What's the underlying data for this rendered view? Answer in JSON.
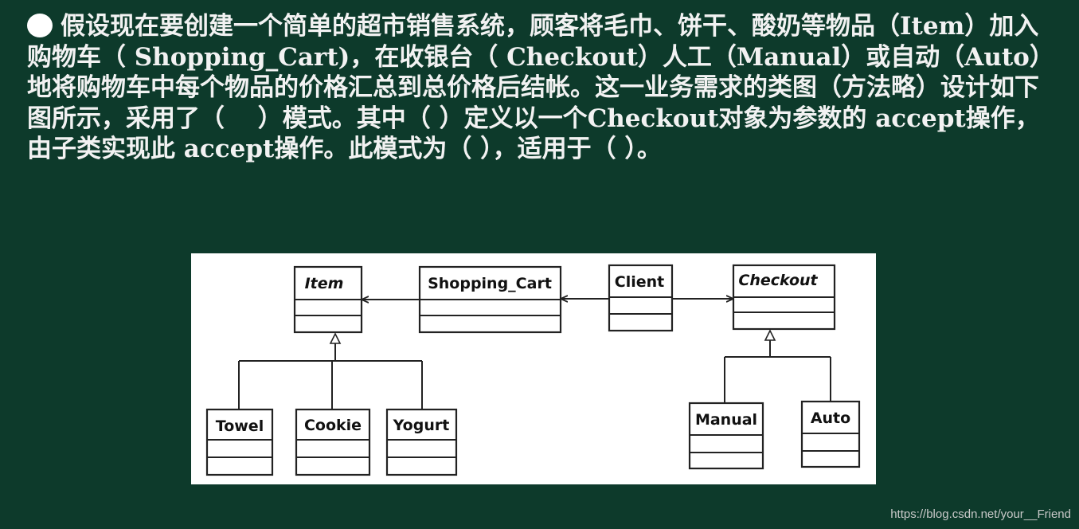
{
  "question": {
    "bullet_icon": "filled-circle-bullet",
    "text": "假设现在要创建一个简单的超市销售系统，顾客将毛巾、饼干、酸奶等物品（Item）加入购物车（ Shopping_Cart)，在收银台（ Checkout）人工（Manual）或自动（Auto）地将购物车中每个物品的价格汇总到总价格后结帐。这一业务需求的类图（方法略）设计如下图所示，采用了（　 ）模式。其中（ ）定义以一个Checkout对象为参数的 accept操作，由子类实现此 accept操作。此模式为（ ），适用于（ ）。"
  },
  "diagram": {
    "classes": {
      "item": "Item",
      "shopping_cart": "Shopping_Cart",
      "client": "Client",
      "checkout": "Checkout",
      "towel": "Towel",
      "cookie": "Cookie",
      "yogurt": "Yogurt",
      "manual": "Manual",
      "auto": "Auto"
    }
  },
  "watermark": "https://blog.csdn.net/your__Friend"
}
